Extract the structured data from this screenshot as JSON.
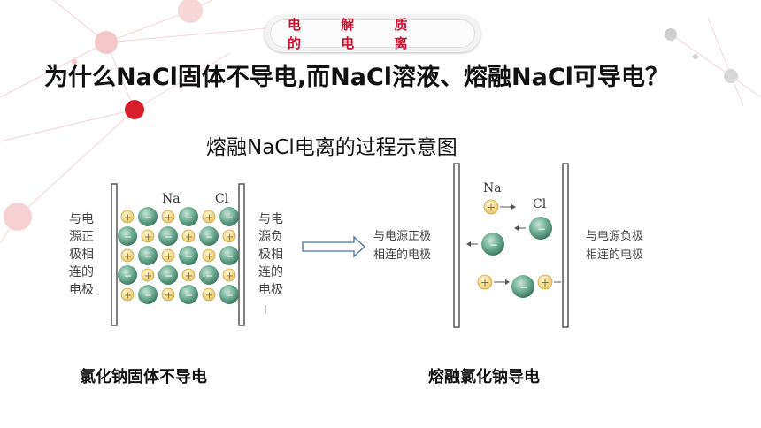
{
  "header": {
    "title": "电 解 质 的 电 离"
  },
  "question": {
    "text": "为什么NaCl固体不导电,而NaCl溶液、熔融NaCl可导电？"
  },
  "diagram": {
    "caption": "熔融NaCl电离的过程示意图",
    "left": {
      "ion_label_na": "Na",
      "ion_label_cl": "Cl",
      "positive_electrode": [
        "与电",
        "源正",
        "极相",
        "连的",
        "电极"
      ],
      "negative_electrode": [
        "与电",
        "源负",
        "极相",
        "连的",
        "电极"
      ],
      "label": "氯化钠固体不导电"
    },
    "right": {
      "ion_label_na": "Na",
      "ion_label_cl": "Cl",
      "positive_electrode": [
        "与电源正极",
        "相连的电极"
      ],
      "negative_electrode": [
        "与电源负极",
        "相连的电极"
      ],
      "label": "熔融氯化钠导电"
    }
  },
  "colors": {
    "accent": "#c8102e",
    "cation": "#f2dc8e",
    "anion": "#5f9e86",
    "deco_circle": "#f3c1c3"
  }
}
